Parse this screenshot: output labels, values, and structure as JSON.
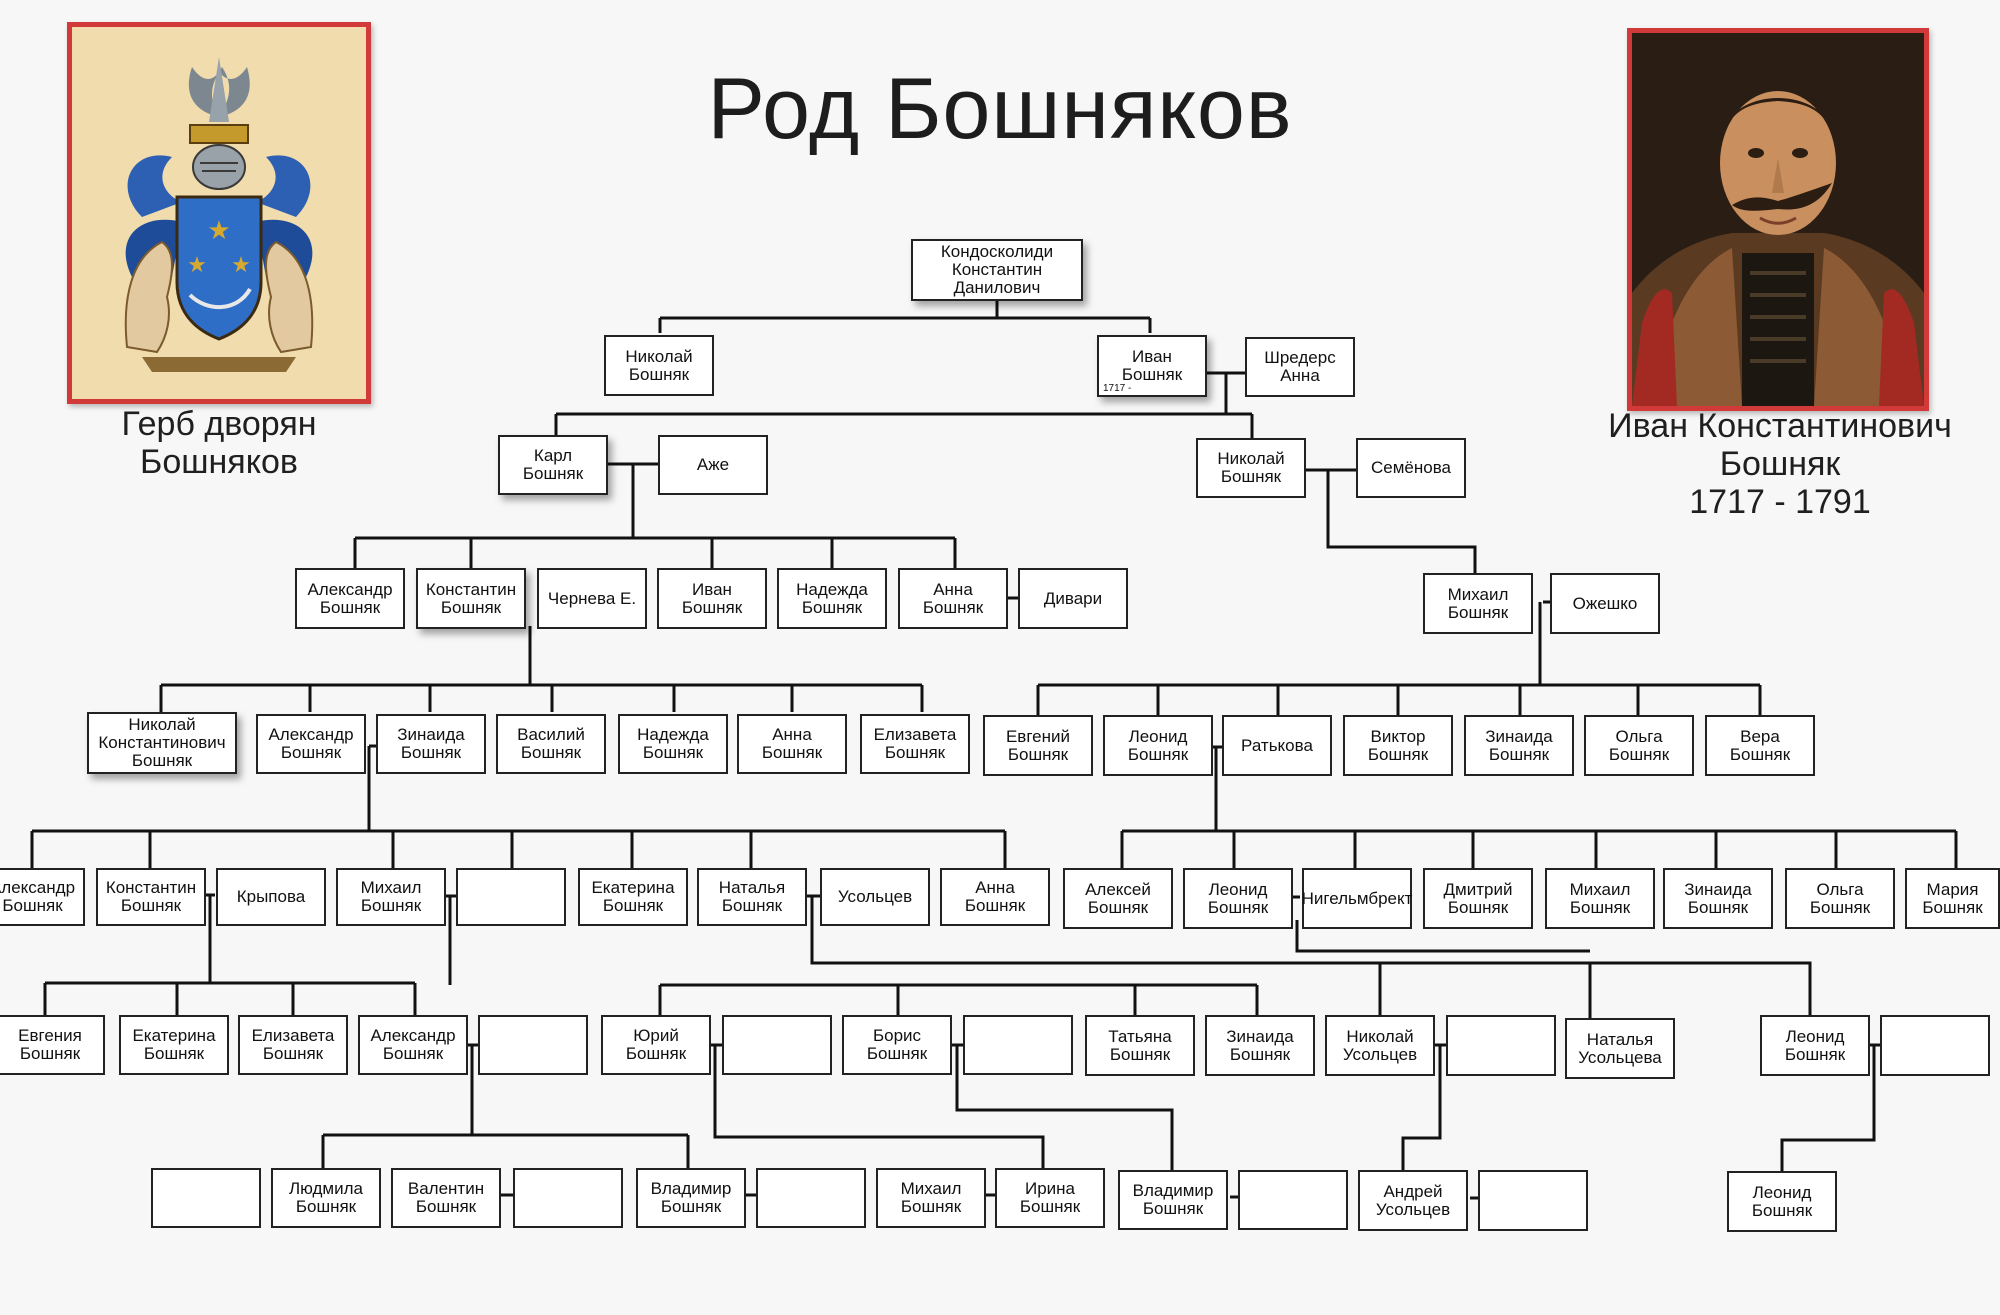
{
  "title": "Род Бошняков",
  "crest": {
    "caption": "Герб дворян\nБошняков",
    "icon": "coat-of-arms-icon"
  },
  "portrait": {
    "caption": "Иван Константинович\nБошняк\n1717 - 1791",
    "icon": "portrait-icon"
  },
  "nodes": {
    "kondoskolidi": "Кондосколиди\nКонстантин Данилович",
    "nikolay_1": "Николай\nБошняк",
    "ivan_1": "Иван\nБошняк",
    "ivan_1_note": "1717 -",
    "shreders": "Шредерс\nАнна",
    "karl": "Карл\nБошняк",
    "azhe": "Аже",
    "nikolay_2": "Николай\nБошняк",
    "semenova": "Семёнова",
    "aleksandr_2": "Александр\nБошняк",
    "konstantin_2": "Константин\nБошняк",
    "cherneva": "Чернева Е.",
    "ivan_2": "Иван\nБошняк",
    "nadezhda_2": "Надежда\nБошняк",
    "anna_2": "Анна\nБошняк",
    "divari": "Дивари",
    "mikhail_2": "Михаил\nБошняк",
    "ozheshko": "Ожешко",
    "nikolay_3": "Николай\nКонстантинович\nБошняк",
    "aleksandr_3": "Александр\nБошняк",
    "zinaida_3": "Зинаида\nБошняк",
    "vasiliy_3": "Василий\nБошняк",
    "nadezhda_3": "Надежда\nБошняк",
    "anna_3": "Анна\nБошняк",
    "elizaveta_3": "Елизавета\nБошняк",
    "evgeniy_3": "Евгений\nБошняк",
    "leonid_3": "Леонид\nБошняк",
    "ratkova": "Ратькова",
    "viktor_3": "Виктор\nБошняк",
    "zinaida_3b": "Зинаида\nБошняк",
    "olga_3": "Ольга\nБошняк",
    "vera_3": "Вера\nБошняк",
    "aleksandr_4": "Александр\nБошняк",
    "konstantin_4": "Константин\nБошняк",
    "krypova": "Крыпова",
    "mikhail_4": "Михаил\nБошняк",
    "blank_4a": "",
    "ekaterina_4": "Екатерина\nБошняк",
    "natalya_4": "Наталья\nБошняк",
    "usoltsev": "Усольцев",
    "anna_4": "Анна\nБошняк",
    "aleksey_4": "Алексей\nБошняк",
    "leonid_4": "Леонид\nБошняк",
    "nigelmbrekt": "Нигельмбрект",
    "dmitriy_4": "Дмитрий\nБошняк",
    "mikhail_4b": "Михаил\nБошняк",
    "zinaida_4": "Зинаида\nБошняк",
    "olga_4": "Ольга\nБошняк",
    "mariya_4": "Мария\nБошняк",
    "evgeniya_5": "Евгения\nБошняк",
    "ekaterina_5": "Екатерина\nБошняк",
    "elizaveta_5": "Елизавета\nБошняк",
    "aleksandr_5": "Александр\nБошняк",
    "blank_5a": "",
    "yuriy_5": "Юрий\nБошняк",
    "blank_5b": "",
    "boris_5": "Борис\nБошняк",
    "blank_5c": "",
    "tatyana_5": "Татьяна\nБошняк",
    "zinaida_5": "Зинаида\nБошняк",
    "nikolay_5": "Николай\nУсольцев",
    "blank_5d": "",
    "natalya_5": "Наталья\nУсольцева",
    "leonid_5": "Леонид\nБошняк",
    "blank_5e": "",
    "blank_6a": "",
    "lyudmila_6": "Людмила\nБошняк",
    "valentin_6": "Валентин\nБошняк",
    "blank_6b": "",
    "vladimir_6": "Владимир\nБошняк",
    "blank_6c": "",
    "mikhail_6": "Михаил\nБошняк",
    "irina_6": "Ирина\nБошняк",
    "vladimir_6b": "Владимир\nБошняк",
    "blank_6d": "",
    "andrey_6": "Андрей\nУсольцев",
    "blank_6e": "",
    "leonid_6": "Леонид\nБошняк"
  }
}
